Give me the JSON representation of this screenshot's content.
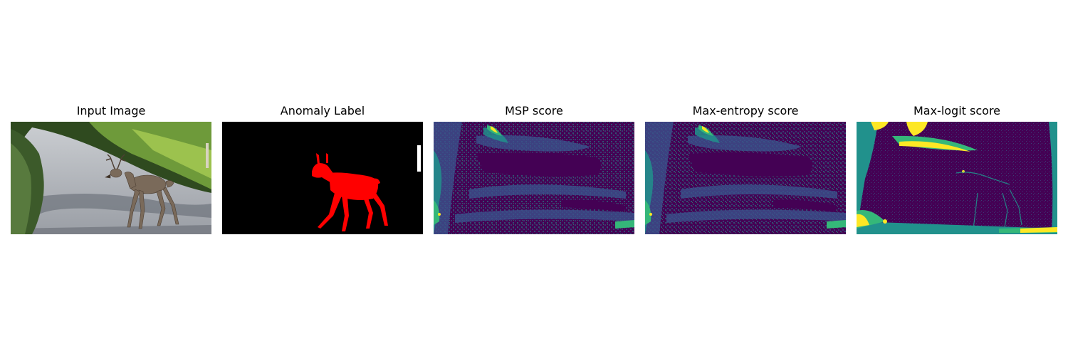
{
  "panels": [
    {
      "title": "Input Image"
    },
    {
      "title": "Anomaly Label"
    },
    {
      "title": "MSP score"
    },
    {
      "title": "Max-entropy score"
    },
    {
      "title": "Max-logit score"
    }
  ],
  "colors": {
    "background": "#ffffff",
    "label_background": "#000000",
    "anomaly_mask": "#ff0000",
    "void_mask": "#ffffff",
    "viridis_low": "#440154",
    "viridis_mid": "#21918c",
    "viridis_high": "#fde725"
  }
}
